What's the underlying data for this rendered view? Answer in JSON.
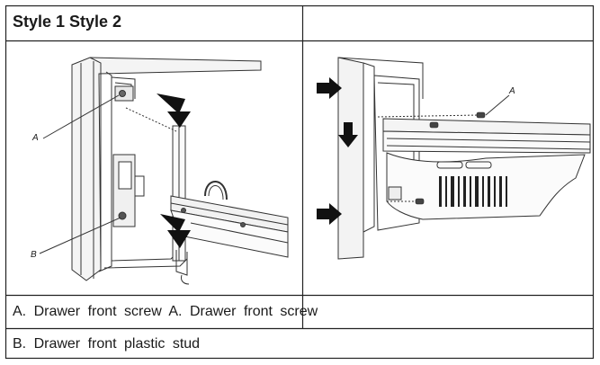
{
  "header": {
    "styles_label": "Style 1 Style 2"
  },
  "figure_left": {
    "label_a": "A",
    "label_b": "B"
  },
  "figure_right": {
    "label_a": "A"
  },
  "captions": {
    "row1": "A. Drawer front screw A. Drawer front screw",
    "row2": "B. Drawer front plastic stud"
  }
}
